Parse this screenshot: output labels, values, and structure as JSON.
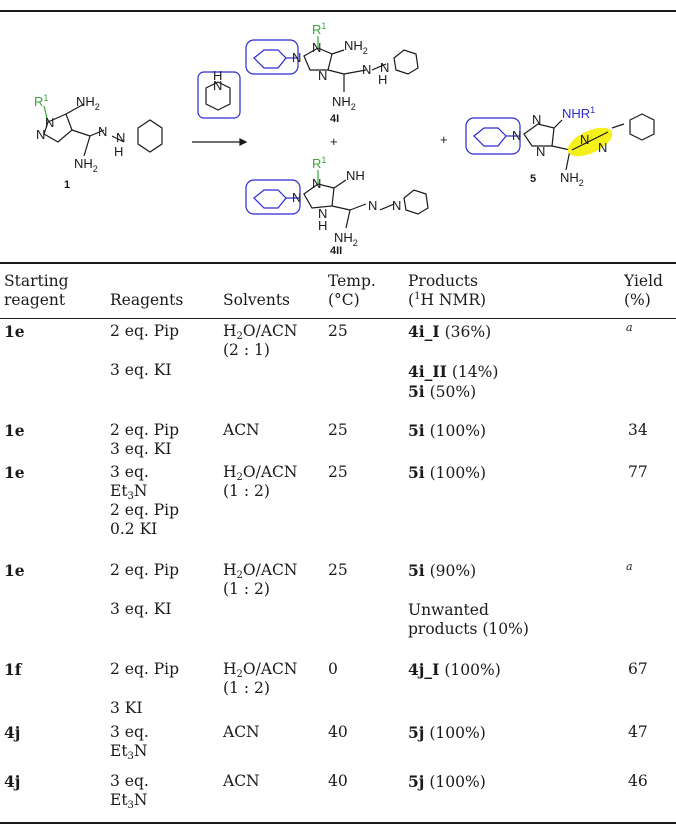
{
  "scheme": {
    "compound1_label": "1",
    "compound4I_label": "4I",
    "compound4II_label": "4II",
    "compound5_label": "5",
    "plus": "+",
    "r1": "R",
    "r1_sup": "1",
    "nh2": "NH",
    "nh2_sub": "2",
    "nh": "NH",
    "n": "N",
    "h": "H",
    "nhr": "NHR",
    "highlight_color": "#f5ef1a",
    "substituent_color": "#3aa63a",
    "reagent_ring_color": "#2a2ad0"
  },
  "table": {
    "headers": {
      "starting_l1": "Starting",
      "starting_l2": "reagent",
      "reagents": "Reagents",
      "solvents": "Solvents",
      "temp_l1": "Temp.",
      "temp_l2": "(°C)",
      "products_l1": "Products",
      "products_l2a": "(",
      "products_sup": "1",
      "products_l2b": "H NMR)",
      "yield_l1": "Yield",
      "yield_l2": "(%)"
    },
    "rows": [
      {
        "start": "1e",
        "reagent_a": "2 eq. Pip",
        "reagent_b": "3 eq. KI",
        "solvent_a": "H",
        "solvent_sub": "2",
        "solvent_b": "O/ACN",
        "solvent_ratio": "(2 : 1)",
        "temp": "25",
        "p1_bold": "4i_I",
        "p1_rest": " (36%)",
        "p2_bold": "4i_II",
        "p2_rest": " (14%)",
        "p3_bold": "5i",
        "p3_rest": " (50%)",
        "yield": "a"
      },
      {
        "start": "1e",
        "reagent_a": "2 eq. Pip",
        "reagent_b": "3 eq. KI",
        "solvent": "ACN",
        "temp": "25",
        "p1_bold": "5i",
        "p1_rest": " (100%)",
        "yield": "34"
      },
      {
        "start": "1e",
        "reagent_a": "3 eq.",
        "reagent_et": "Et",
        "reagent_et_sub": "3",
        "reagent_et_n": "N",
        "reagent_c": "2 eq. Pip",
        "reagent_d": "0.2 KI",
        "solvent_a": "H",
        "solvent_sub": "2",
        "solvent_b": "O/ACN",
        "solvent_ratio": "(1 : 2)",
        "temp": "25",
        "p1_bold": "5i",
        "p1_rest": " (100%)",
        "yield": "77"
      },
      {
        "start": "1e",
        "reagent_a": "2 eq. Pip",
        "reagent_b": "3 eq. KI",
        "solvent_a": "H",
        "solvent_sub": "2",
        "solvent_b": "O/ACN",
        "solvent_ratio": "(1 : 2)",
        "temp": "25",
        "p1_bold": "5i",
        "p1_rest": " (90%)",
        "p2_a": "Unwanted",
        "p2_b": "products (10%)",
        "yield": "a"
      },
      {
        "start": "1f",
        "reagent_a": "2 eq. Pip",
        "reagent_b": "3 KI",
        "solvent_a": "H",
        "solvent_sub": "2",
        "solvent_b": "O/ACN",
        "solvent_ratio": "(1 : 2)",
        "temp": "0",
        "p1_bold": "4j_I",
        "p1_rest": " (100%)",
        "yield": "67"
      },
      {
        "start": "4j",
        "reagent_a": "3 eq.",
        "reagent_et": "Et",
        "reagent_et_sub": "3",
        "reagent_et_n": "N",
        "solvent": "ACN",
        "temp": "40",
        "p1_bold": "5j",
        "p1_rest": " (100%)",
        "yield": "47"
      },
      {
        "start": "4j",
        "reagent_a": "3 eq.",
        "reagent_et": "Et",
        "reagent_et_sub": "3",
        "reagent_et_n": "N",
        "solvent": "ACN",
        "temp": "40",
        "p1_bold": "5j",
        "p1_rest": " (100%)",
        "yield": "46"
      }
    ]
  }
}
